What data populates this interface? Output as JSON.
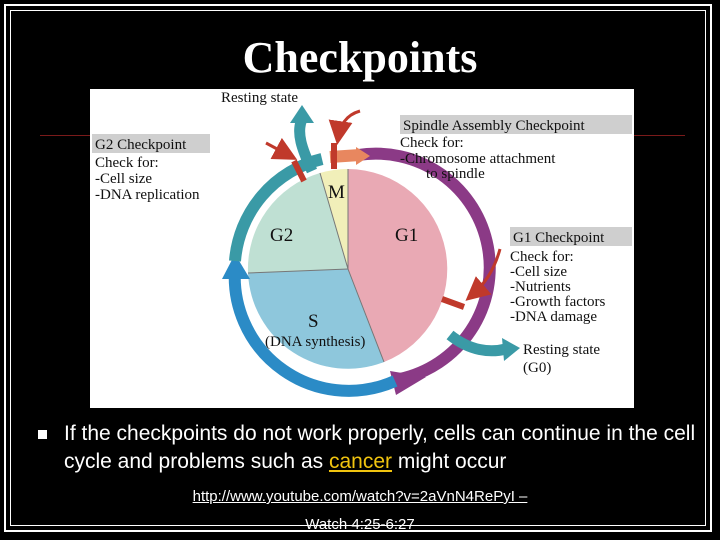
{
  "slide": {
    "title": "Checkpoints",
    "bullet_prefix": "If the checkpoints do not work properly, cells can continue in the cell cycle and problems such as",
    "bullet_link_word": "cancer",
    "bullet_suffix": "might occur",
    "link_line1": "http://www.youtube.com/watch?v=2aVnN4RePyI –",
    "link_line2": "Watch 4:25-6:27"
  },
  "diagram": {
    "resting_top": "Resting state",
    "g2_header": "G2 Checkpoint",
    "g2_lines": [
      "Check for:",
      "-Cell size",
      "-DNA replication"
    ],
    "spindle_header": "Spindle Assembly Checkpoint",
    "spindle_lines": [
      "Check for:",
      "-Chromosome attachment",
      "to spindle"
    ],
    "g1_header": "G1 Checkpoint",
    "g1_lines": [
      "Check for:",
      "-Cell size",
      "-Nutrients",
      "-Growth factors",
      "-DNA damage"
    ],
    "resting_bottom": [
      "Resting state",
      "(G0)"
    ],
    "phase_m": "M",
    "phase_g2": "G2",
    "phase_g1": "G1",
    "phase_s": "S",
    "phase_s_sub": "(DNA synthesis)"
  },
  "colors": {
    "g1": "#e9a9b4",
    "s": "#8ec7dc",
    "g2": "#bfe0d3",
    "m": "#f1efb9",
    "arc_blue": "#2b8bc6",
    "arc_purple": "#8b3a86",
    "arc_teal": "#3a9aa6",
    "arrow_red": "#c0392b",
    "label_bg": "#cfcfcf",
    "cancer_text": "#f1c40f"
  }
}
